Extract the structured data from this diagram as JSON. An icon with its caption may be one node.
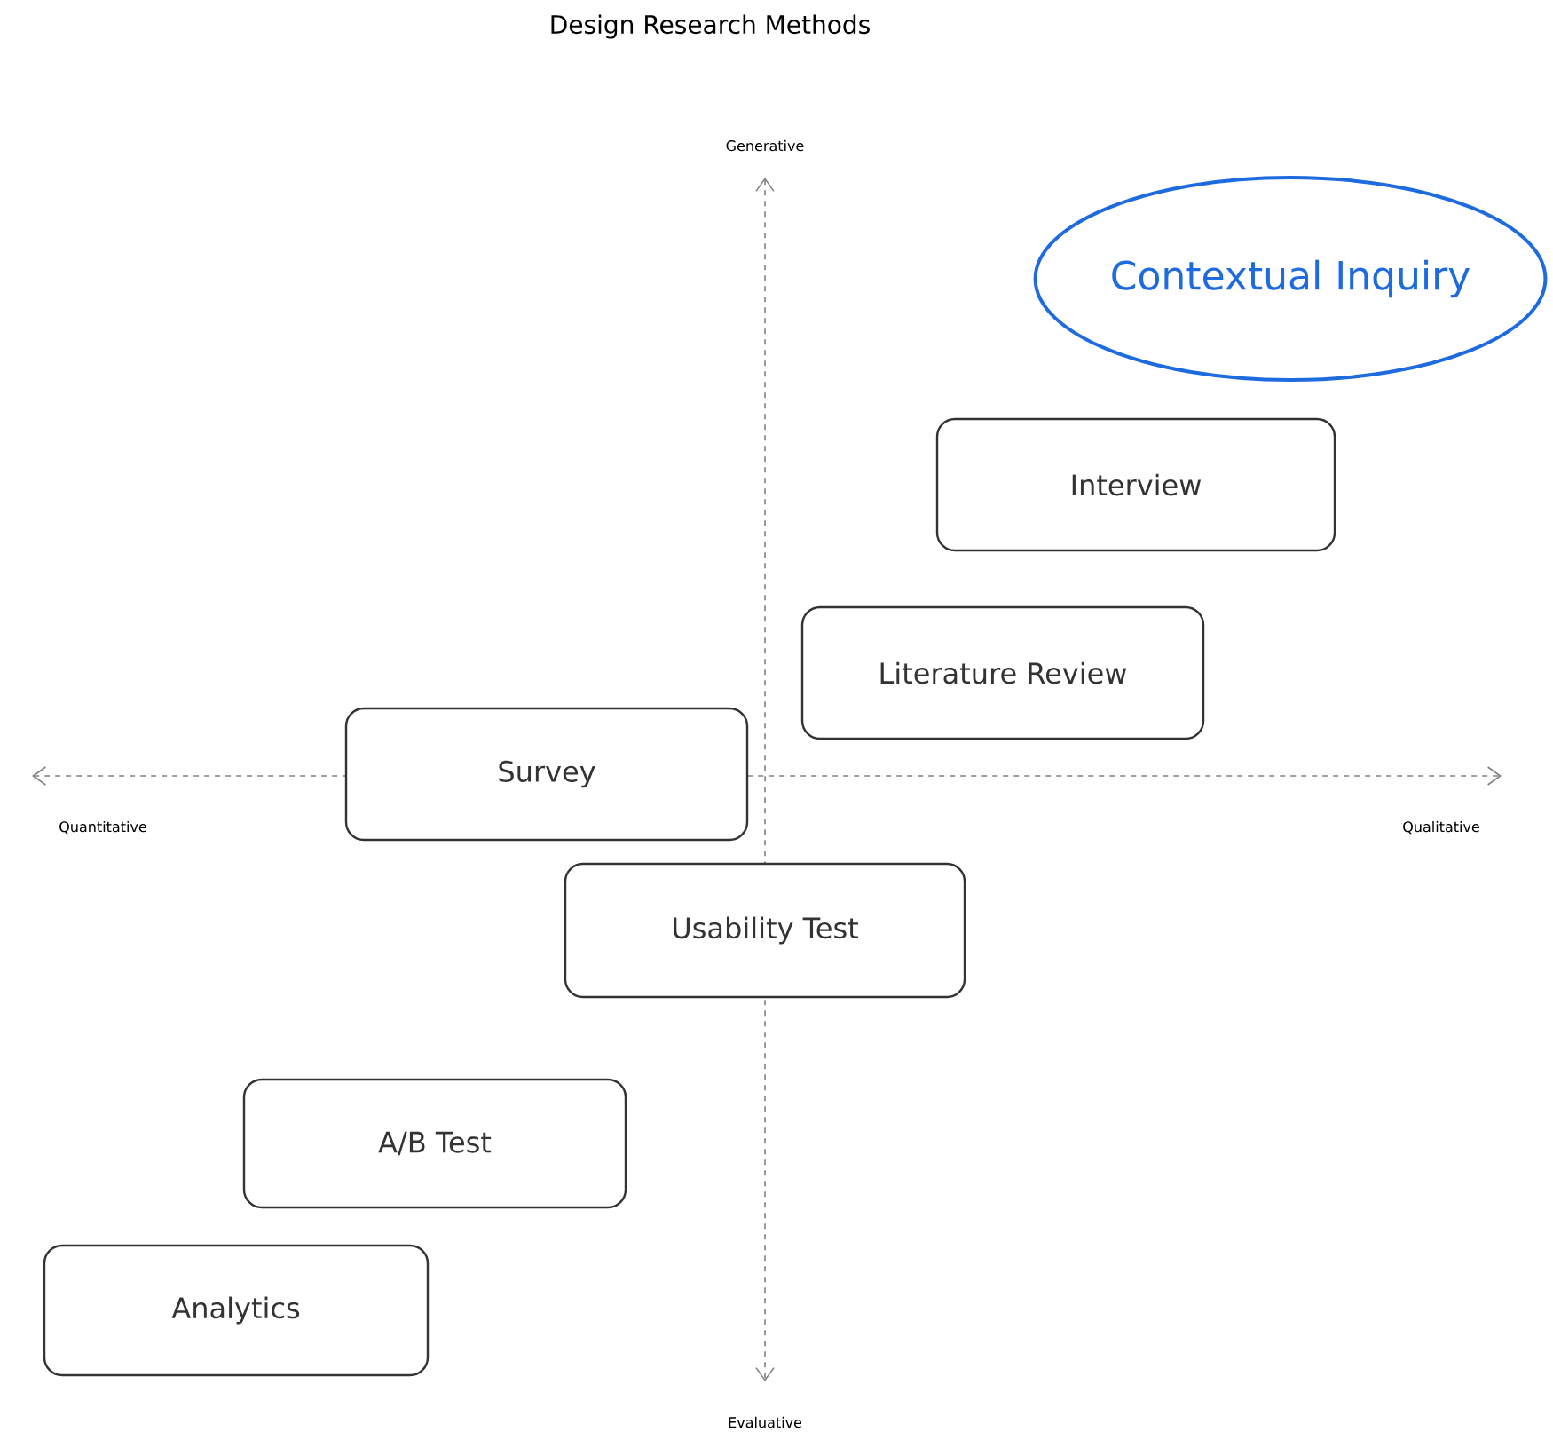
{
  "diagram": {
    "title": "Design Research Methods",
    "nodes": [
      {
        "text": [
          "Contextual Inquiry"
        ]
      },
      {
        "text": [
          "Interview"
        ]
      },
      {
        "text": [
          "Literature Review"
        ]
      },
      {
        "text": [
          "Survey"
        ]
      },
      {
        "text": [
          "Usability Test"
        ]
      },
      {
        "text": [
          "A/B Test"
        ]
      },
      {
        "text": [
          "Analytics"
        ]
      }
    ],
    "labels": [
      "Generative",
      "Quantitative",
      "Qualitative",
      "Evaluative"
    ]
  }
}
